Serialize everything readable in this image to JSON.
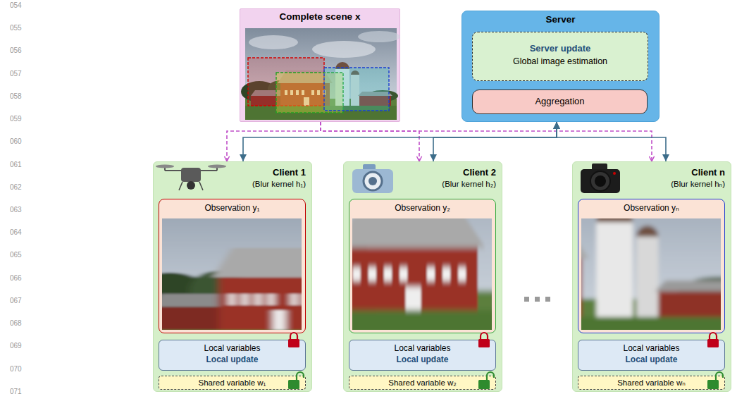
{
  "diagram": {
    "nodes": [
      {
        "text": [
          "Complete scene x"
        ]
      },
      {
        "text": [
          "Server"
        ]
      },
      {
        "text": [
          "Server update",
          "Global image estimation"
        ],
        "in": 1
      },
      {
        "text": [
          "Aggregation"
        ],
        "in": 1
      },
      {
        "text": [
          "Client 1",
          "(Blur kernel h₁)"
        ]
      },
      {
        "text": [
          "Observation y₁"
        ],
        "in": 4
      },
      {
        "text": [
          "Local variables",
          "Local update"
        ],
        "in": 4
      },
      {
        "text": [
          "Shared variable w₁"
        ],
        "in": 4
      },
      {
        "text": [
          "Client 2",
          "(Blur kernel h₂)"
        ]
      },
      {
        "text": [
          "Observation y₂"
        ],
        "in": 8
      },
      {
        "text": [
          "Local variables",
          "Local update"
        ],
        "in": 8
      },
      {
        "text": [
          "Shared variable w₂"
        ],
        "in": 8
      },
      {
        "text": [
          "Client n",
          "(Blur kernel hₙ)"
        ]
      },
      {
        "text": [
          "Observation yₙ"
        ],
        "in": 12
      },
      {
        "text": [
          "Local variables",
          "Local update"
        ],
        "in": 12
      },
      {
        "text": [
          "Shared variable wₙ"
        ],
        "in": 12
      }
    ],
    "edges": [
      {
        "from": 0,
        "to": 4,
        "arrow": "to"
      },
      {
        "from": 0,
        "to": 8,
        "arrow": "to"
      },
      {
        "from": 0,
        "to": 12,
        "arrow": "to"
      },
      {
        "from": 1,
        "to": 4,
        "arrow": "both"
      },
      {
        "from": 1,
        "to": 8,
        "arrow": "both"
      },
      {
        "from": 1,
        "to": 12,
        "arrow": "both"
      }
    ],
    "labels": [
      "054",
      "055",
      "056",
      "057",
      "058",
      "059",
      "060",
      "061",
      "062",
      "063",
      "064",
      "065",
      "066",
      "067",
      "068",
      "069",
      "070",
      "071"
    ]
  }
}
